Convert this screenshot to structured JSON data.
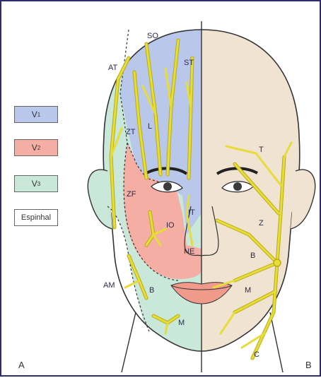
{
  "colors": {
    "frame": "#2d2a6e",
    "v1": "#b9c8ea",
    "v2": "#f4aea4",
    "v3": "#c9e8da",
    "espinhal": "#ffffff",
    "skin": "#f1e3d2",
    "nerve": "#e6dc3a",
    "outline": "#333333"
  },
  "legend": [
    {
      "base": "V",
      "sub": "1",
      "color": "#b9c8ea"
    },
    {
      "base": "V",
      "sub": "2",
      "color": "#f4aea4"
    },
    {
      "base": "V",
      "sub": "3",
      "color": "#c9e8da"
    },
    {
      "base": "Espinhal",
      "sub": "",
      "color": "#ffffff"
    }
  ],
  "panels": {
    "left": "A",
    "right": "B"
  },
  "labels": {
    "so": "SO",
    "at": "AT",
    "st": "ST",
    "zt": "ZT",
    "l": "L",
    "zf": "ZF",
    "io": "IO",
    "it": "IT",
    "ne": "NE",
    "am": "AM",
    "b_left": "B",
    "m_left": "M",
    "t": "T",
    "z": "Z",
    "b_right": "B",
    "m_right": "M",
    "c": "C"
  }
}
